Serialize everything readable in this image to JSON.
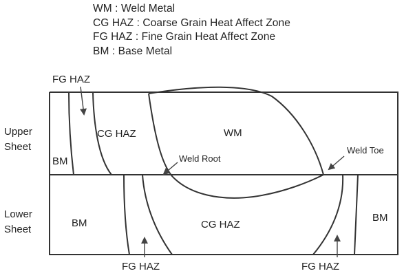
{
  "legend": [
    {
      "abbr": "WM",
      "desc": "Weld Metal"
    },
    {
      "abbr": "CG HAZ",
      "desc": "Coarse Grain Heat Affect Zone"
    },
    {
      "abbr": "FG HAZ",
      "desc": "Fine Grain Heat Affect Zone"
    },
    {
      "abbr": "BM",
      "desc": "Base Metal"
    }
  ],
  "legend_text": [
    "WM : Weld Metal",
    "CG HAZ : Coarse Grain Heat Affect Zone",
    "FG HAZ : Fine Grain Heat Affect Zone",
    "BM : Base Metal"
  ],
  "labels": {
    "upper_sheet_line1": "Upper",
    "upper_sheet_line2": "Sheet",
    "lower_sheet_line1": "Lower",
    "lower_sheet_line2": "Sheet",
    "top_fg_haz": "FG HAZ",
    "upper_bm": "BM",
    "upper_cg_haz": "CG HAZ",
    "wm": "WM",
    "weld_root": "Weld Root",
    "weld_toe": "Weld Toe",
    "lower_bm_left": "BM",
    "lower_cg_haz": "CG HAZ",
    "lower_bm_right": "BM",
    "bottom_fg_haz_left": "FG HAZ",
    "bottom_fg_haz_right": "FG HAZ"
  }
}
